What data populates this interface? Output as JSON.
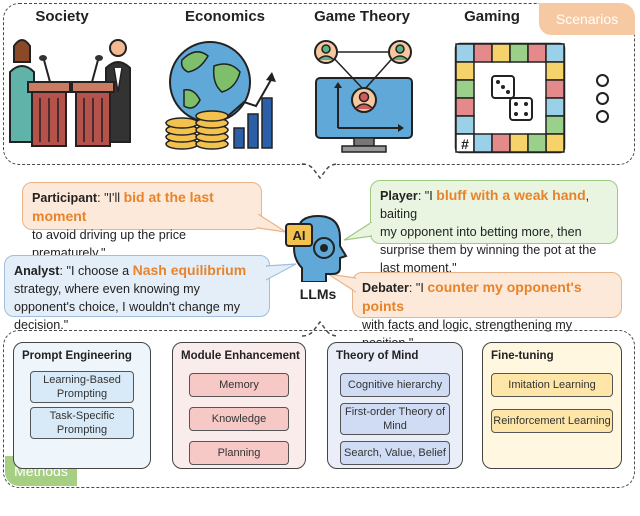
{
  "scenarios": {
    "tag": "Scenarios",
    "items": [
      {
        "title": "Society",
        "icon": "debate-podium-icon"
      },
      {
        "title": "Economics",
        "icon": "globe-coins-growth-icon"
      },
      {
        "title": "Game Theory",
        "icon": "network-players-monitor-icon"
      },
      {
        "title": "Gaming",
        "icon": "board-game-dice-icon"
      }
    ]
  },
  "center": {
    "icon": "ai-head-icon",
    "badge": "AI",
    "label": "LLMs"
  },
  "bubbles": {
    "participant": {
      "role": "Participant",
      "pre": ": \"I'll ",
      "hl": "bid at the last moment",
      "post": "to avoid driving up the price prematurely.\""
    },
    "player": {
      "role": "Player",
      "pre": ": \"I ",
      "hl": "bluff with a weak hand",
      "post1": ", baiting",
      "post2": "my opponent into betting more, then surprise them by winning the pot at the last moment.\""
    },
    "analyst": {
      "role": "Analyst",
      "pre": ": \"I choose a ",
      "hl": "Nash equilibrium",
      "post": "strategy, where even knowing my opponent's choice, I wouldn't change my decision.\""
    },
    "debater": {
      "role": "Debater",
      "pre": ": \"I ",
      "hl": "counter my opponent's points",
      "post": "with facts and logic, strengthening my position.\""
    }
  },
  "methods": {
    "tag": "Methods",
    "cards": [
      {
        "title": "Prompt Engineering",
        "items": [
          "Learning-Based Prompting",
          "Task-Specific Prompting"
        ]
      },
      {
        "title": "Module Enhancement",
        "items": [
          "Memory",
          "Knowledge",
          "Planning"
        ]
      },
      {
        "title": "Theory of Mind",
        "items": [
          "Cognitive hierarchy",
          "First-order Theory of Mind",
          "Search, Value, Belief"
        ]
      },
      {
        "title": "Fine-tuning",
        "items": [
          "Imitation Learning",
          "Reinforcement  Learning"
        ]
      }
    ]
  },
  "colors": {
    "orange_highlight": "#e8832a",
    "scenario_tag": "#f6c9a3",
    "methods_tag": "#a6cf84"
  }
}
